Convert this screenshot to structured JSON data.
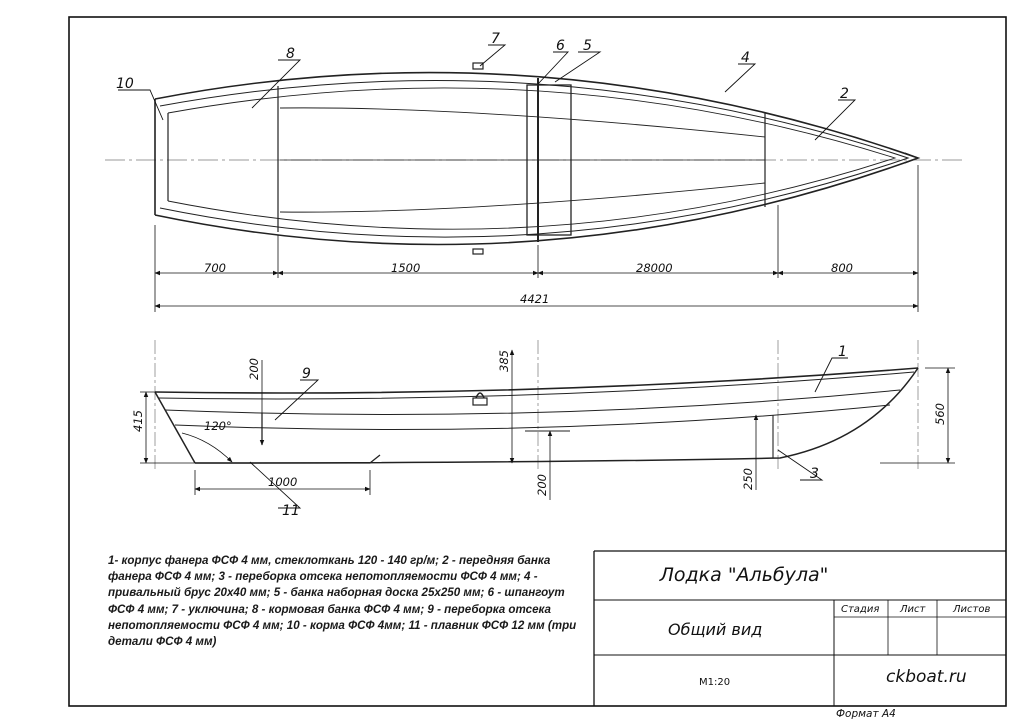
{
  "callouts": [
    "1",
    "2",
    "3",
    "4",
    "5",
    "6",
    "7",
    "8",
    "9",
    "10",
    "11"
  ],
  "plan_view": {
    "segment_dimensions": [
      "700",
      "1500",
      "28000",
      "800"
    ],
    "overall_length": "4421"
  },
  "side_view": {
    "dimensions": [
      "200",
      "385",
      "415",
      "560",
      "1000",
      "200",
      "250"
    ],
    "angle": "120°"
  },
  "legend_text": "1- корпус фанера ФСФ 4 мм, стеклоткань 120 - 140 гр/м; 2 - передняя банка фанера ФСФ 4 мм; 3 -  переборка отсека непотопляемости ФСФ 4 мм; 4 - привальный брус 20х40 мм; 5 - банка наборная доска 25х250 мм; 6 - шпангоут ФСФ 4 мм; 7 - уключина; 8 - кормовая банка ФСФ 4 мм; 9 - переборка отсека непотопляемости ФСФ 4 мм; 10 - корма ФСФ 4мм; 11 - плавник ФСФ 12 мм (три детали ФСФ 4 мм)",
  "title_block": {
    "title": "Лодка \"Альбула\"",
    "subtitle": "Общий вид",
    "scale": "М1:20",
    "col_stage": "Стадия",
    "col_sheet": "Лист",
    "col_sheets": "Листов",
    "site": "ckboat.ru",
    "format": "Формат А4"
  }
}
